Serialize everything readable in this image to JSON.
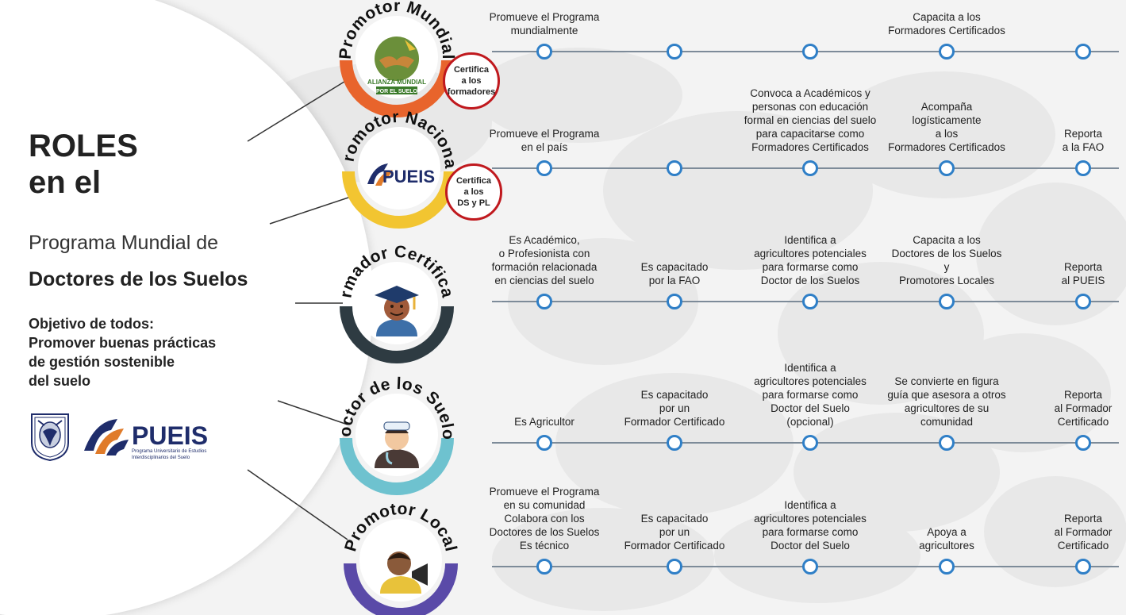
{
  "title_line1": "ROLES",
  "title_line2": "en el",
  "subtitle_line1": "Programa Mundial de",
  "subtitle_line2": "Doctores de los Suelos",
  "objective": [
    "Objetivo de todos:",
    "Promover buenas prácticas",
    "de gestión sostenible",
    "del suelo"
  ],
  "pueis_logo": {
    "name": "PUEIS",
    "tagline_1": "Programa Universitario de Estudios",
    "tagline_2": "Interdisciplinarios del Suelo"
  },
  "roles": [
    {
      "name": "Promotor Mundial",
      "ring_color": "#e8642c",
      "icon": "alianza-mundial-logo",
      "logo_text": [
        "ALIANZA MUNDIAL",
        "POR EL SUELO"
      ],
      "badge": [
        "Certifica",
        "a los",
        "formadores"
      ],
      "steps": [
        [
          "Promueve el Programa",
          "mundialmente"
        ],
        [],
        [],
        [
          "Capacita a los",
          "Formadores Certificados"
        ],
        []
      ]
    },
    {
      "name": "Promotor Nacional",
      "ring_color": "#f2c531",
      "icon": "pueis-logo",
      "logo_text": [
        "PUEIS"
      ],
      "badge": [
        "Certifica",
        "a los",
        "DS y PL"
      ],
      "steps": [
        [
          "Promueve el Programa",
          "en el país"
        ],
        [],
        [
          "Convoca a Académicos y",
          "personas con educación",
          "formal en ciencias del suelo",
          "para capacitarse como",
          "Formadores Certificados"
        ],
        [
          "Acompaña",
          "logísticamente",
          "a los",
          "Formadores Certificados"
        ],
        [
          "Reporta",
          "a la FAO"
        ]
      ]
    },
    {
      "name": "Formador Certificado",
      "ring_color": "#2e3b42",
      "icon": "graduate-icon",
      "steps": [
        [
          "Es Académico,",
          "o Profesionista con",
          "formación relacionada",
          "en ciencias del suelo"
        ],
        [
          "Es capacitado",
          "por la FAO"
        ],
        [
          "Identifica a",
          "agricultores potenciales",
          "para formarse como",
          "Doctor de los Suelos"
        ],
        [
          "Capacita a los",
          "Doctores de los Suelos",
          "y",
          "Promotores Locales"
        ],
        [
          "Reporta",
          "al PUEIS"
        ]
      ]
    },
    {
      "name": "Doctor de los Suelos",
      "ring_color": "#6ec2cf",
      "icon": "doctor-icon",
      "steps": [
        [
          "Es Agricultor"
        ],
        [
          "Es capacitado",
          "por un",
          "Formador Certificado"
        ],
        [
          "Identifica a",
          "agricultores potenciales",
          "para formarse como",
          "Doctor del Suelo",
          "(opcional)"
        ],
        [
          "Se convierte en figura",
          "guía que asesora a otros",
          "agricultores de su",
          "comunidad"
        ],
        [
          "Reporta",
          "al Formador",
          "Certificado"
        ]
      ]
    },
    {
      "name": "Promotor Local",
      "ring_color": "#5a4aa8",
      "icon": "megaphone-person-icon",
      "steps": [
        [
          "Promueve el Programa",
          "en su comunidad",
          "Colabora con los",
          "Doctores de los Suelos",
          "Es técnico"
        ],
        [
          "Es capacitado",
          "por un",
          "Formador Certificado"
        ],
        [
          "Identifica a",
          "agricultores potenciales",
          "para formarse como",
          "Doctor del Suelo"
        ],
        [
          "Apoya a",
          "agricultores"
        ],
        [
          "Reporta",
          "al Formador",
          "Certificado"
        ]
      ]
    }
  ],
  "colors": {
    "node": "#2f7fc7",
    "line": "#7d8b99",
    "badge_border": "#c0191e",
    "pueis_blue": "#1f2d6b",
    "pueis_orange": "#e07b2a"
  }
}
